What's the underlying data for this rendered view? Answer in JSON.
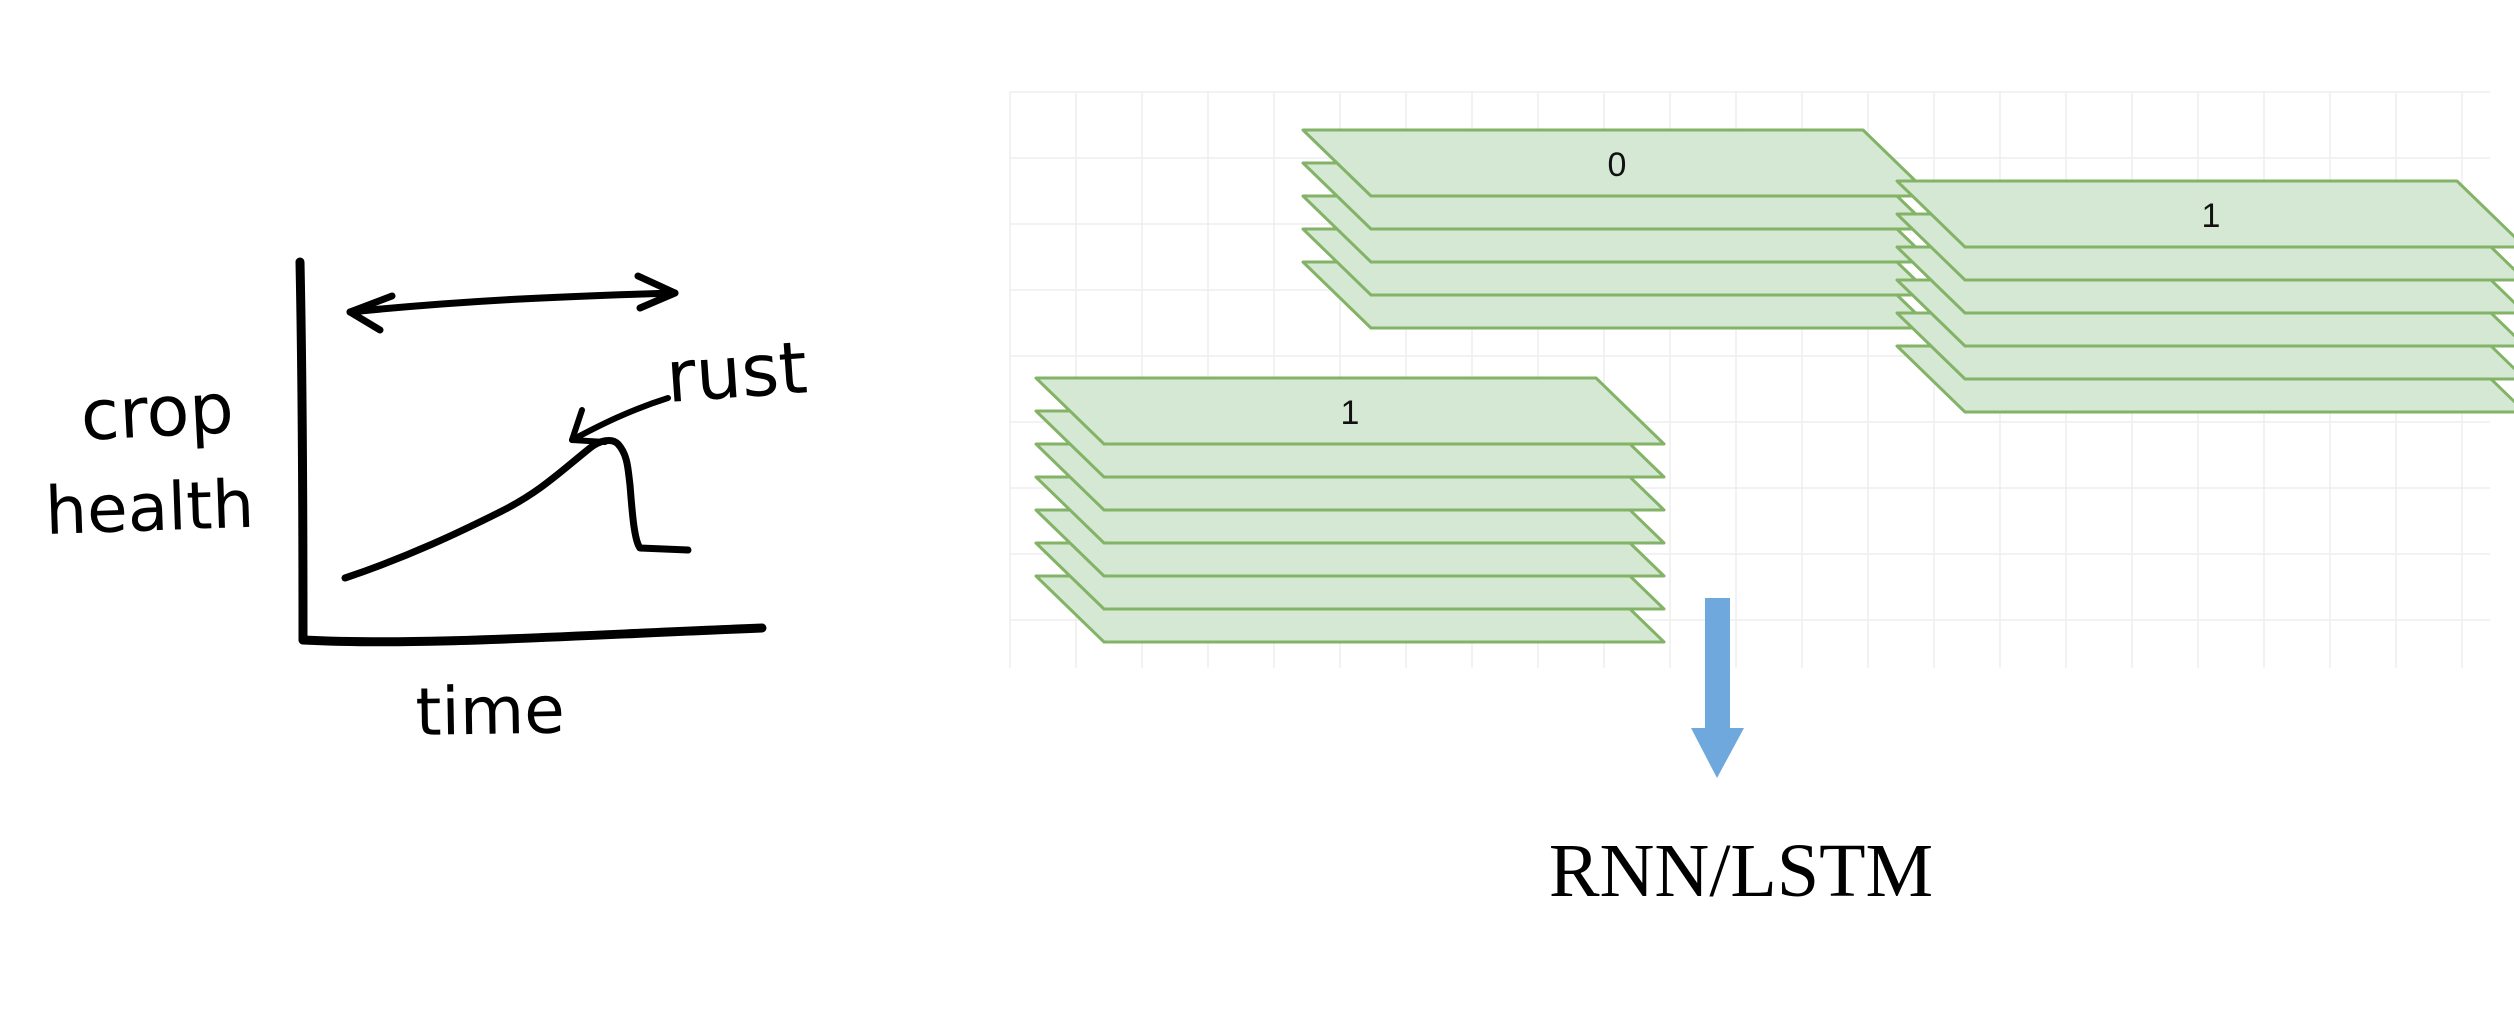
{
  "sketch": {
    "y_label_line1": "crop",
    "y_label_line2": "health",
    "x_label": "time",
    "annotation": "rust"
  },
  "stacks": [
    {
      "label": "0",
      "layers": 5
    },
    {
      "label": "1",
      "layers": 6
    },
    {
      "label": "1",
      "layers": 7
    }
  ],
  "model": {
    "label": "RNN/LSTM"
  },
  "colors": {
    "layer_fill": "#d5e8d4",
    "layer_stroke": "#82b366",
    "arrow": "#6fa8dc",
    "grid": "#eeeeee"
  }
}
